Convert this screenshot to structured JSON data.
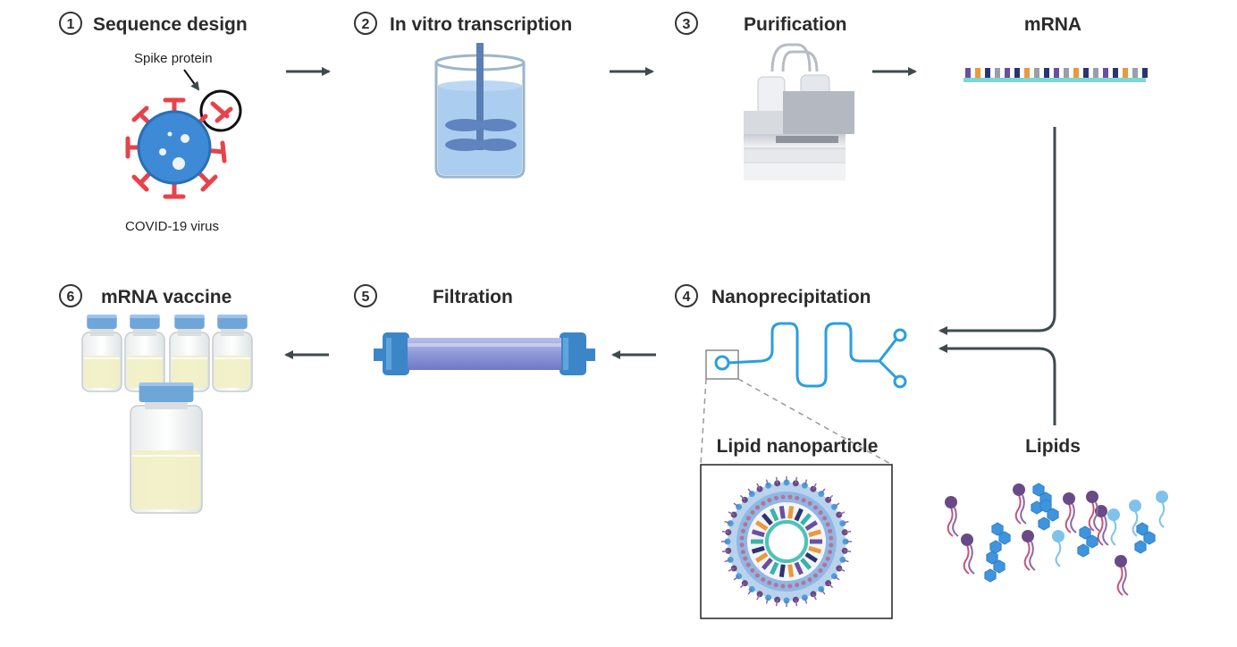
{
  "steps": [
    {
      "number": "1",
      "title": "Sequence design"
    },
    {
      "number": "2",
      "title": "In vitro transcription"
    },
    {
      "number": "3",
      "title": "Purification"
    },
    {
      "number": "",
      "title": "mRNA"
    },
    {
      "number": "4",
      "title": "Nanoprecipitation"
    },
    {
      "number": "5",
      "title": "Filtration"
    },
    {
      "number": "6",
      "title": "mRNA vaccine"
    }
  ],
  "labels": {
    "spike_protein": "Spike protein",
    "virus": "COVID-19 virus",
    "lipid_nanoparticle": "Lipid nanoparticle",
    "lipids": "Lipids"
  },
  "colors": {
    "arrow": "#3f4a4d",
    "virus_body": "#3e8ad6",
    "spike": "#e8424a",
    "liquid": "#9cc4ec",
    "microfluidic": "#2b9ee0",
    "filter_tube": "#8e98d8",
    "filter_cap": "#3c86c8",
    "vial_cap": "#6fa6d8",
    "vial_liquid": "#f1f0c4",
    "mrna_backbone": "#7ed6d0",
    "lipid_purple": "#6a4a86",
    "lipid_blue": "#4aa0e0",
    "lipid_tail": "#c8547a"
  },
  "mrna_bases": [
    "purple",
    "orange",
    "navy",
    "grey",
    "purple",
    "navy",
    "orange",
    "grey",
    "navy",
    "purple",
    "grey",
    "orange",
    "navy",
    "grey",
    "purple",
    "navy",
    "orange",
    "grey",
    "navy"
  ]
}
